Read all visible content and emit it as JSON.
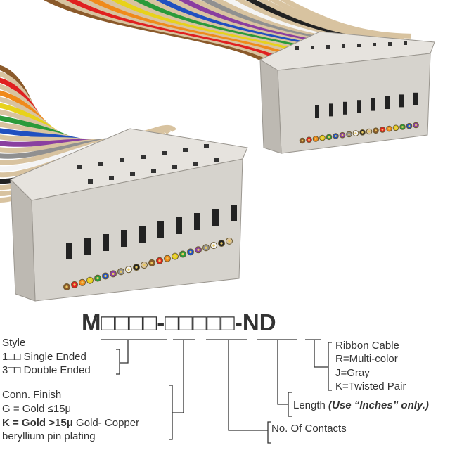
{
  "part_number": "M□□□□-□□□□□-ND",
  "style": {
    "title": "Style",
    "single": "1□□ Single Ended",
    "double": "3□□ Double Ended"
  },
  "finish": {
    "title": "Conn. Finish",
    "g": "G = Gold ≤15μ",
    "k_bold": "K = Gold >15μ",
    "k_rest": " Gold- Copper",
    "k_line2": "beryllium pin plating"
  },
  "contacts": "No. Of Contacts",
  "length": {
    "label": "Length ",
    "note": "(Use “Inches” only.)"
  },
  "cable": {
    "title": "Ribbon Cable",
    "r": "R=Multi-color",
    "j": "J=Gray",
    "k": "K=Twisted Pair"
  },
  "colors": {
    "connector": "#d9d6d0",
    "text": "#333333",
    "wires": [
      "#8b5a2b",
      "#e02020",
      "#f08a1a",
      "#e8d21a",
      "#2a9a3a",
      "#2050c0",
      "#8a3fa0",
      "#909090",
      "#f4f4f4",
      "#222222",
      "#d8c3a0"
    ]
  }
}
